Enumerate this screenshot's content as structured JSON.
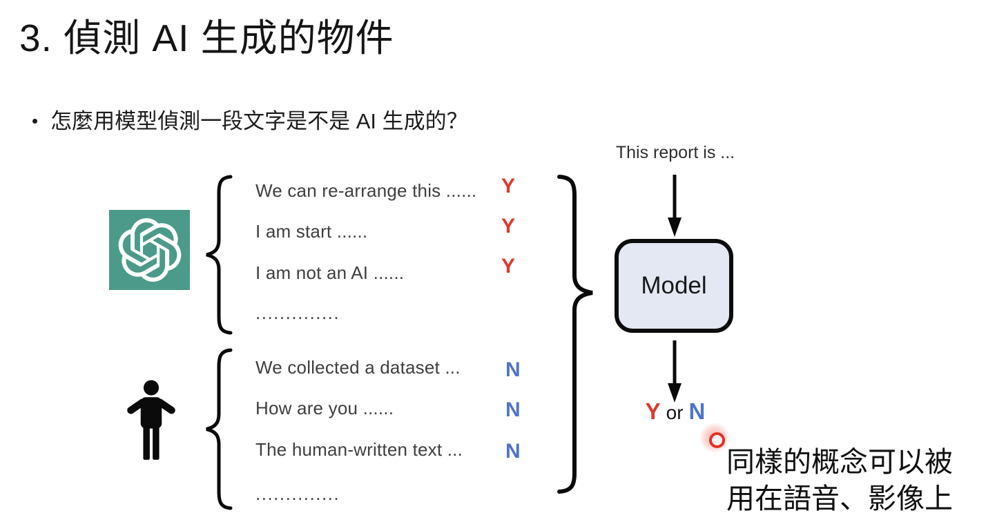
{
  "title": "3. 偵測 AI 生成的物件",
  "bullet": {
    "marker": "•",
    "text": "怎麼用模型偵測一段文字是不是 AI 生成的？"
  },
  "ai_group": {
    "source_icon": "openai-logo",
    "items": [
      {
        "text": "We can re-arrange this ......",
        "label": "Y"
      },
      {
        "text": "I am start ......",
        "label": "Y"
      },
      {
        "text": "I am not an AI ......",
        "label": "Y"
      },
      {
        "text": "..............",
        "label": ""
      }
    ]
  },
  "human_group": {
    "source_icon": "human-pictogram",
    "items": [
      {
        "text": "We collected a dataset ...",
        "label": "N"
      },
      {
        "text": "How are you ......",
        "label": "N"
      },
      {
        "text": "The human-written text ...",
        "label": "N"
      },
      {
        "text": "..............",
        "label": ""
      }
    ]
  },
  "flow": {
    "input_text": "This report is ...",
    "model_label": "Model",
    "output_yes": "Y",
    "output_conj": "or",
    "output_no": "N"
  },
  "annotation": {
    "line1": "同樣的概念可以被",
    "line2": "用在語音、影像上"
  },
  "colors": {
    "label-yes": "#dd392c",
    "label-no": "#4e74c8",
    "openai-teal": "#4c9a8a",
    "model-fill": "#e4e8f3",
    "laser-red": "#e23227",
    "body-text": "#3f3f3f"
  }
}
